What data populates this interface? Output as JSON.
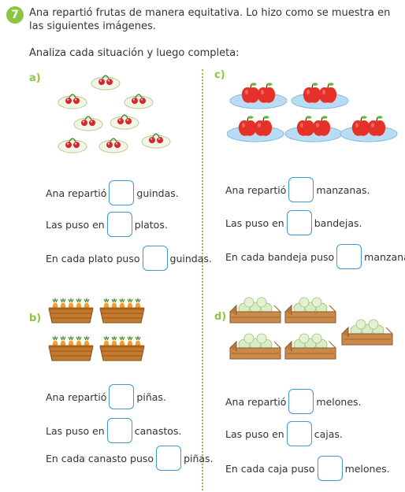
{
  "exercise": {
    "number": "7",
    "instruction": "Ana repartió frutas de manera equitativa. Lo hizo como se muestra en las siguientes imágenes.",
    "prompt": "Analiza cada situación y luego completa:"
  },
  "sections": {
    "a": {
      "label": "a)",
      "s1_pre": "Ana repartió",
      "s1_post": "guindas.",
      "s2_pre": "Las puso en",
      "s2_post": "platos.",
      "s3_pre": "En cada plato puso",
      "s3_post": "guindas."
    },
    "b": {
      "label": "b)",
      "s1_pre": "Ana repartió",
      "s1_post": "piñas.",
      "s2_pre": "Las puso en",
      "s2_post": "canastos.",
      "s3_pre": "En cada canasto puso",
      "s3_post": "piñas."
    },
    "c": {
      "label": "c)",
      "s1_pre": "Ana repartió",
      "s1_post": "manzanas.",
      "s2_pre": "Las puso en",
      "s2_post": "bandejas.",
      "s3_pre": "En cada bandeja puso",
      "s3_post": "manzanas."
    },
    "d": {
      "label": "d)",
      "s1_pre": "Ana repartió",
      "s1_post": "melones.",
      "s2_pre": "Las puso en",
      "s2_post": "cajas.",
      "s3_pre": "En cada caja puso",
      "s3_post": "melones."
    }
  },
  "colors": {
    "accent": "#8cc63f",
    "answer_box_border": "#3d9ad6",
    "cherry": "#d8262c",
    "apple": "#e53127",
    "tray": "#b9dcf4",
    "basket": "#c47a2c",
    "melon": "#d9ecc4",
    "crate": "#c98a4a"
  }
}
